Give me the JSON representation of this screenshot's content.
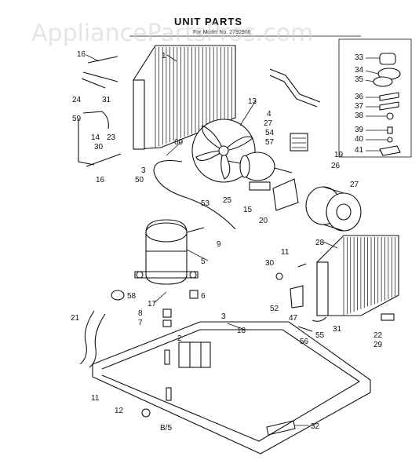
{
  "header": {
    "title": "UNIT PARTS",
    "model_line": "For Model No. 2792900",
    "watermark": "AppliancePartsPros.com"
  },
  "part_numbers": [
    "2",
    "3",
    "4",
    "5",
    "6",
    "7",
    "8",
    "9",
    "11",
    "12",
    "13",
    "14",
    "15",
    "16",
    "17",
    "18",
    "19",
    "20",
    "22",
    "23",
    "24",
    "25",
    "26",
    "27",
    "28",
    "29",
    "30",
    "31",
    "32",
    "33",
    "34",
    "35",
    "36",
    "37",
    "38",
    "39",
    "40",
    "41",
    "47",
    "50",
    "52",
    "53",
    "54",
    "55",
    "56",
    "57",
    "58",
    "59",
    "60"
  ],
  "labels": {
    "l16a": "16",
    "l24": "24",
    "l31a": "31",
    "l59": "59",
    "l14": "14",
    "l30a": "30",
    "l23": "23",
    "l16b": "16",
    "l3a": "3",
    "l50": "50",
    "l1": "1",
    "l13": "13",
    "l4": "4",
    "l27a": "27",
    "l54": "54",
    "l57": "57",
    "l60": "60",
    "l25": "25",
    "l53": "53",
    "l15": "15",
    "l20": "20",
    "l9": "9",
    "l5": "5",
    "l58": "58",
    "l17": "17",
    "l6": "6",
    "l8": "8",
    "l7": "7",
    "l21": "21",
    "l2": "2",
    "l3b": "3",
    "l18": "18",
    "l11a": "11",
    "l12": "12",
    "l15b": "B/5",
    "l32": "32",
    "l33": "33",
    "l34": "34",
    "l35": "35",
    "l36": "36",
    "l37": "37",
    "l38": "38",
    "l39": "39",
    "l40": "40",
    "l41": "41",
    "l19": "19",
    "l26": "26",
    "l27b": "27",
    "l28": "28",
    "l11b": "11",
    "l30b": "30",
    "l52": "52",
    "l47": "47",
    "l56": "56",
    "l55": "55",
    "l31b": "31",
    "l22": "22",
    "l29": "29"
  }
}
